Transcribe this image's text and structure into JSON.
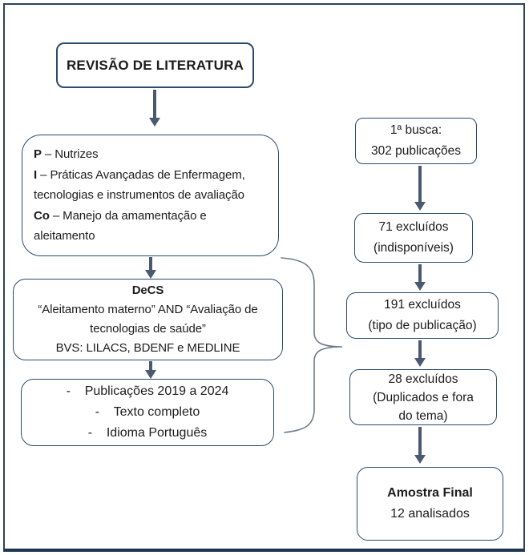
{
  "colors": {
    "box_border": "#2c4a6b",
    "arrow": "#4a5870",
    "brace": "#6e7b8a",
    "frame": "#2b4257",
    "text": "#1c1c1c"
  },
  "left_column": {
    "title_box": "REVISÃO DE LITERATURA",
    "pico_box": {
      "lines": [
        {
          "bold": "P",
          "rest": " – Nutrizes"
        },
        {
          "bold": "I",
          "rest": " – Práticas Avançadas de Enfermagem,"
        },
        {
          "bold": "",
          "rest": "tecnologias e instrumentos de avaliação"
        },
        {
          "bold": "Co",
          "rest": " – Manejo da amamentação e"
        },
        {
          "bold": "",
          "rest": "aleitamento"
        }
      ]
    },
    "decs_box": {
      "heading": "DeCS",
      "query_line1": "“Aleitamento materno” AND “Avaliação de",
      "query_line2": "tecnologias de saúde”",
      "sources": "BVS: LILACS, BDENF e MEDLINE"
    },
    "criteria_box": {
      "items": [
        "-    Publicações 2019 a 2024",
        "-    Texto completo",
        "-    Idioma Português"
      ]
    }
  },
  "right_column": {
    "boxes": [
      {
        "line1": "1ª busca:",
        "line2": "302 publicações",
        "line3": ""
      },
      {
        "line1": "71 excluídos",
        "line2": "(indisponíveis)",
        "line3": ""
      },
      {
        "line1": "191 excluídos",
        "line2": "(tipo de publicação)",
        "line3": ""
      },
      {
        "line1": "28 excluídos",
        "line2": "(Duplicados e fora",
        "line3": "do tema)"
      }
    ],
    "final_box": {
      "heading": "Amostra Final",
      "subtext": "12 analisados"
    }
  }
}
